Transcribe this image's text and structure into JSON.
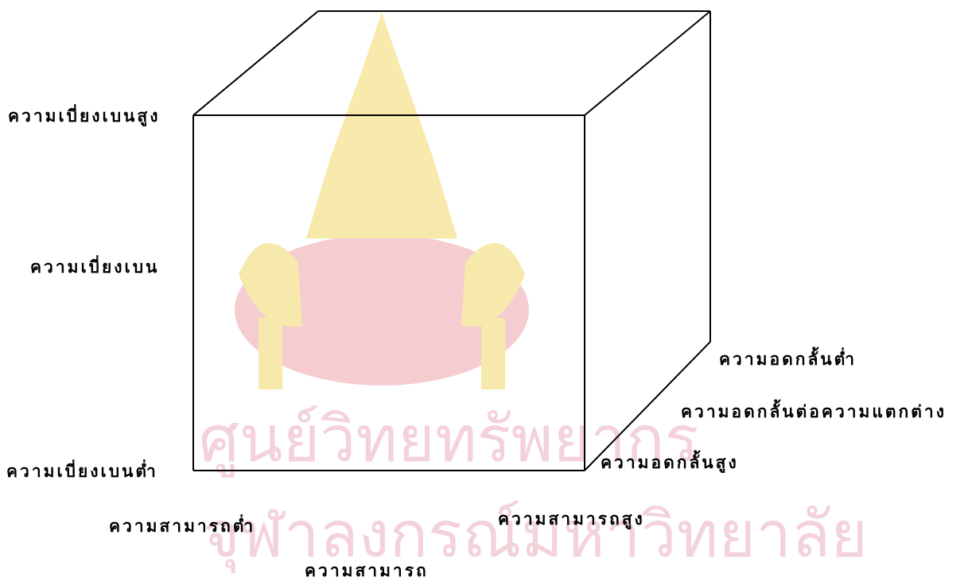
{
  "watermark": {
    "line1": "ศูนย์วิทยทรัพยากร",
    "line2": "จุฬาลงกรณ์มหาวิทยาลัย",
    "color": "#f3d2da",
    "emblem_colors": [
      "#f7e7a3",
      "#f4c8cc"
    ]
  },
  "diagram": {
    "vertical_axis": {
      "high": "ความเบี่ยงเบนสูง",
      "name": "ความเบี่ยงเบน",
      "low": "ความเบี่ยงเบนต่ำ"
    },
    "depth_axis": {
      "low": "ความอดกลั้นต่ำ",
      "name": "ความอดกลั้นต่อความแตกต่าง",
      "high": "ความอดกลั้นสูง"
    },
    "horizontal_axis": {
      "low": "ความสามารถต่ำ",
      "high": "ความสามารถสูง",
      "name": "ความสามารถ"
    }
  }
}
